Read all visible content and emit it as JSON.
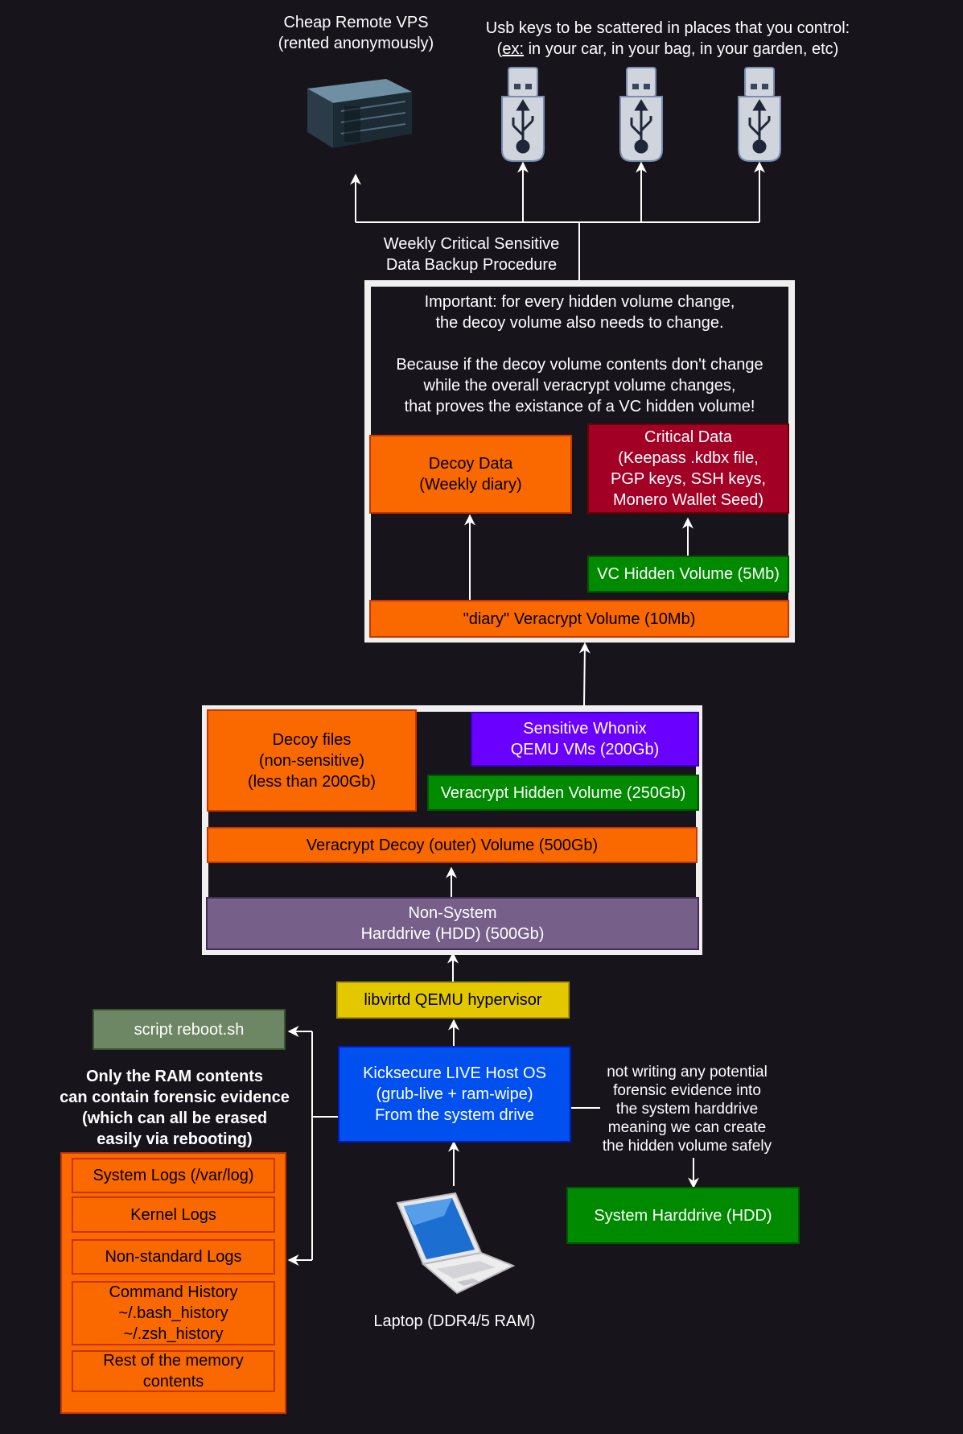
{
  "top": {
    "vps_label": "Cheap Remote VPS\n(rented anonymously)",
    "usb_label_line1": "Usb keys to be scattered in places that you control:",
    "usb_label_ex": "ex:",
    "usb_label_rest": " in your car, in your bag, in your garden, etc)",
    "backup_label": "Weekly Critical Sensitive\nData Backup Procedure"
  },
  "diary_frame": {
    "note": "Important: for every hidden volume change,\nthe decoy volume also needs to change.\n\nBecause if the decoy volume contents don't change\nwhile the overall veracrypt volume changes,\nthat proves the existance of a VC hidden volume!",
    "decoy_data": "Decoy Data\n(Weekly diary)",
    "critical_data": "Critical Data\n(Keepass .kdbx file,\nPGP keys, SSH keys,\nMonero Wallet Seed)",
    "vc_hidden": "VC Hidden Volume (5Mb)",
    "diary_volume": "\"diary\" Veracrypt Volume (10Mb)"
  },
  "hdd_frame": {
    "decoy_files": "Decoy files\n(non-sensitive)\n(less than 200Gb)",
    "whonix": "Sensitive Whonix\nQEMU VMs (200Gb)",
    "hidden_volume": "Veracrypt Hidden Volume (250Gb)",
    "outer_volume": "Veracrypt Decoy (outer) Volume (500Gb)",
    "non_system_hdd": "Non-System\nHarddrive (HDD) (500Gb)"
  },
  "hypervisor": "libvirtd QEMU hypervisor",
  "host_os": "Kicksecure LIVE Host OS\n(grub-live + ram-wipe)\nFrom the system drive",
  "script": "script reboot.sh",
  "ram_note": "Only the RAM contents\ncan contain forensic evidence\n(which can all be erased\neasily via rebooting)",
  "ram_items": [
    "System Logs (/var/log)",
    "Kernel Logs",
    "Non-standard Logs",
    "Command History\n~/.bash_history\n~/.zsh_history",
    "Rest of the memory\ncontents"
  ],
  "not_writing_note": "not writing any potential\nforensic evidence into\nthe system harddrive\nmeaning we can create\nthe hidden volume safely",
  "system_hdd": "System Harddrive (HDD)",
  "laptop_label": "Laptop (DDR4/5 RAM)",
  "colors": {
    "background": "#17141c",
    "orange": "#fa6800",
    "crimson": "#a20025",
    "green": "#008a00",
    "violet": "#6a00ff",
    "mauve": "#76608a",
    "yellow": "#e3c800",
    "blue": "#0050ef",
    "sage": "#6d8764"
  },
  "icons": {
    "server": "server-icon",
    "usb": "usb-key-icon",
    "laptop": "laptop-icon"
  }
}
